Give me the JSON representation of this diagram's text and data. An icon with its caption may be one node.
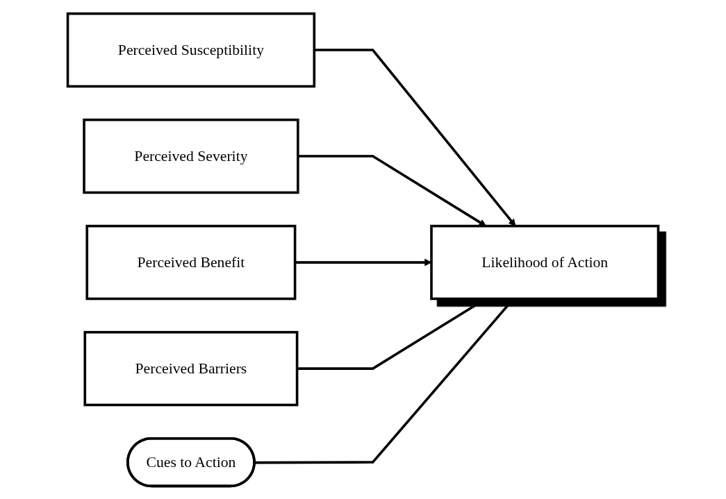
{
  "diagram": {
    "nodes": [
      {
        "text": [
          "Perceived Susceptibility"
        ]
      },
      {
        "text": [
          "Perceived Severity"
        ]
      },
      {
        "text": [
          "Perceived Benefit"
        ]
      },
      {
        "text": [
          "Perceived Barriers"
        ]
      },
      {
        "text": [
          "Likelihood of Action"
        ]
      },
      {
        "text": [
          "Cues to Action"
        ]
      }
    ],
    "edges": [
      {
        "from": 0,
        "to": 4,
        "arrow": "to"
      },
      {
        "from": 1,
        "to": 4,
        "arrow": "to"
      },
      {
        "from": 2,
        "to": 4,
        "arrow": "to"
      },
      {
        "from": 3,
        "to": 4,
        "arrow": "to"
      },
      {
        "from": 5,
        "to": 4,
        "arrow": "to"
      }
    ]
  }
}
